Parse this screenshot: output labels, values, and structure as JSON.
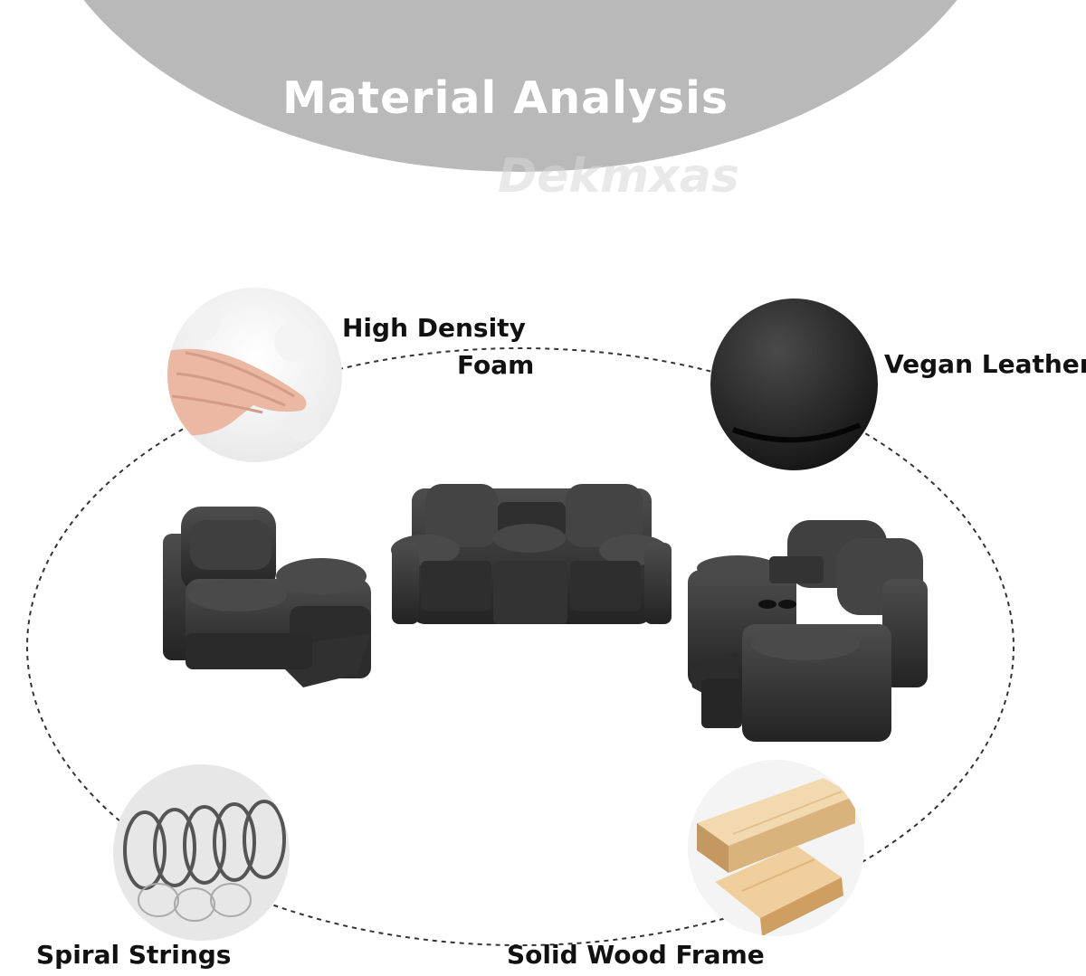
{
  "title": "Material Analysis",
  "watermark": "Dekmxas",
  "features": {
    "foam": {
      "line1": "High Density",
      "line2": "Foam",
      "icon": "foam-hand-icon"
    },
    "leather": {
      "label": "Vegan Leather",
      "icon": "leather-swatch-icon"
    },
    "springs": {
      "label": "Spiral Strings",
      "icon": "spiral-spring-icon"
    },
    "wood": {
      "label": "Solid Wood Frame",
      "icon": "wood-planks-icon"
    }
  },
  "colors": {
    "header": "#b9b9b9",
    "leather": "#2b2b2b",
    "wood": "#e8c89a"
  }
}
